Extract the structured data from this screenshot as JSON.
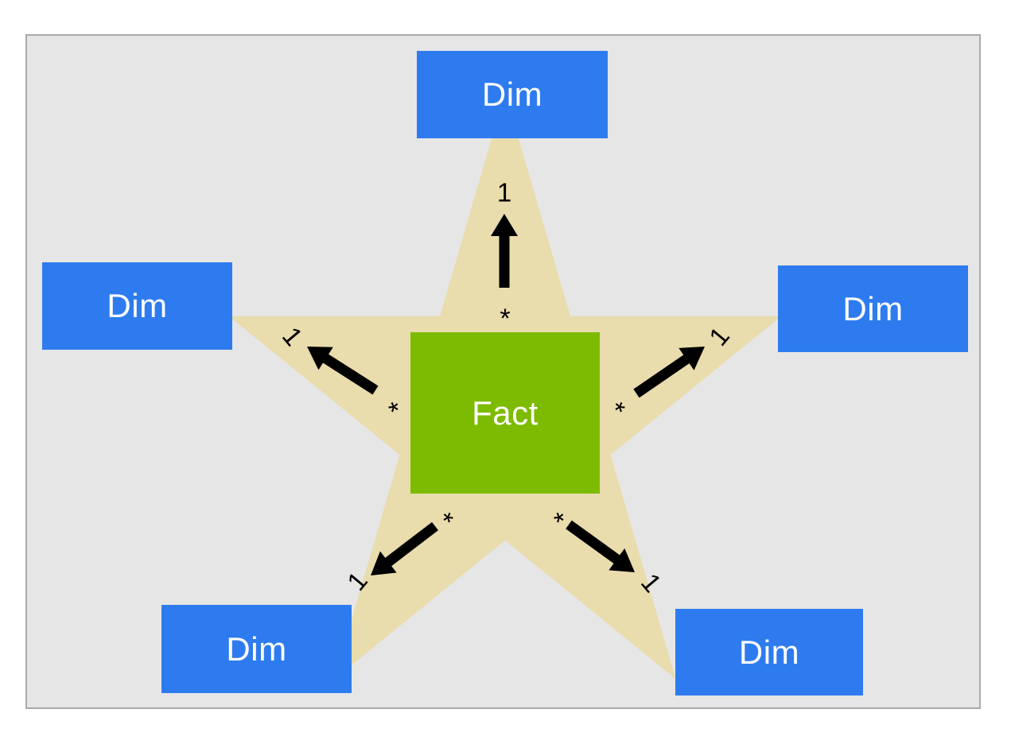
{
  "diagram": {
    "type": "star-schema",
    "fact": {
      "label": "Fact"
    },
    "dims": [
      {
        "label": "Dim",
        "position": "top"
      },
      {
        "label": "Dim",
        "position": "left"
      },
      {
        "label": "Dim",
        "position": "right"
      },
      {
        "label": "Dim",
        "position": "bottom-left"
      },
      {
        "label": "Dim",
        "position": "bottom-right"
      }
    ],
    "relationships": [
      {
        "from": "Fact",
        "to": "Dim (top)",
        "fact_end_label": "*",
        "dim_end_label": "1"
      },
      {
        "from": "Fact",
        "to": "Dim (left)",
        "fact_end_label": "*",
        "dim_end_label": "1"
      },
      {
        "from": "Fact",
        "to": "Dim (right)",
        "fact_end_label": "*",
        "dim_end_label": "1"
      },
      {
        "from": "Fact",
        "to": "Dim (bottom-left)",
        "fact_end_label": "*",
        "dim_end_label": "1"
      },
      {
        "from": "Fact",
        "to": "Dim (bottom-right)",
        "fact_end_label": "*",
        "dim_end_label": "1"
      }
    ]
  },
  "colors": {
    "page_bg": "#FFFFFF",
    "canvas_bg": "#E6E6E6",
    "canvas_border": "#A9A9A9",
    "star_fill": "#E9DCAD",
    "dim_fill": "#2E7BF0",
    "fact_fill": "#7CBB00",
    "arrow": "#000000",
    "node_text": "#FFFFFF",
    "label_text": "#000000"
  }
}
